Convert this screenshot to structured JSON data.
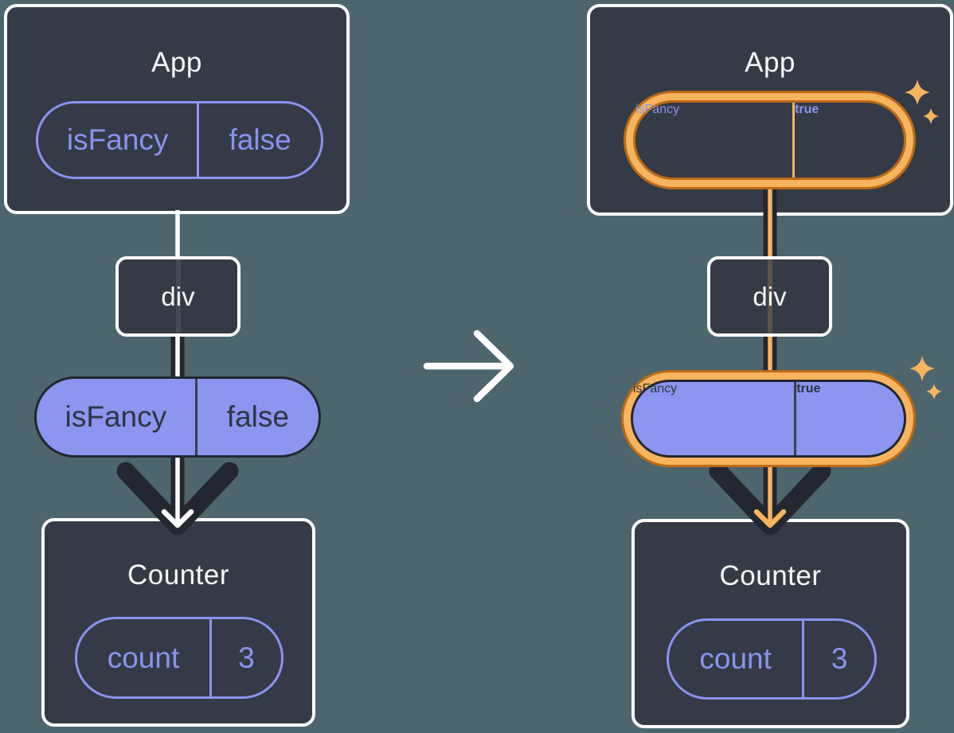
{
  "colors": {
    "background": "#4D666E",
    "box_fill": "#343B47",
    "box_border": "#FFFFFF",
    "purple": "#8A93F0",
    "purple_fill": "#8C95F0",
    "dark_line": "#23272F",
    "dark_text": "#2F353F",
    "orange_light": "#F6B45F",
    "orange_dark": "#BC6A15",
    "white": "#FFFFFF"
  },
  "left": {
    "app_title": "App",
    "app_pill_key": "isFancy",
    "app_pill_value": "false",
    "div_label": "div",
    "prop_pill_key": "isFancy",
    "prop_pill_value": "false",
    "counter_title": "Counter",
    "counter_pill_key": "count",
    "counter_pill_value": "3"
  },
  "right": {
    "app_title": "App",
    "app_pill_key": "isFancy",
    "app_pill_value": "true",
    "div_label": "div",
    "prop_pill_key": "isFancy",
    "prop_pill_value": "true",
    "counter_title": "Counter",
    "counter_pill_key": "count",
    "counter_pill_value": "3"
  },
  "icons": {
    "transition_arrow": "right-arrow-icon",
    "down_arrow_left": "down-arrow-icon",
    "down_arrow_right": "down-arrow-icon",
    "sparkles": "sparkle-icon"
  }
}
